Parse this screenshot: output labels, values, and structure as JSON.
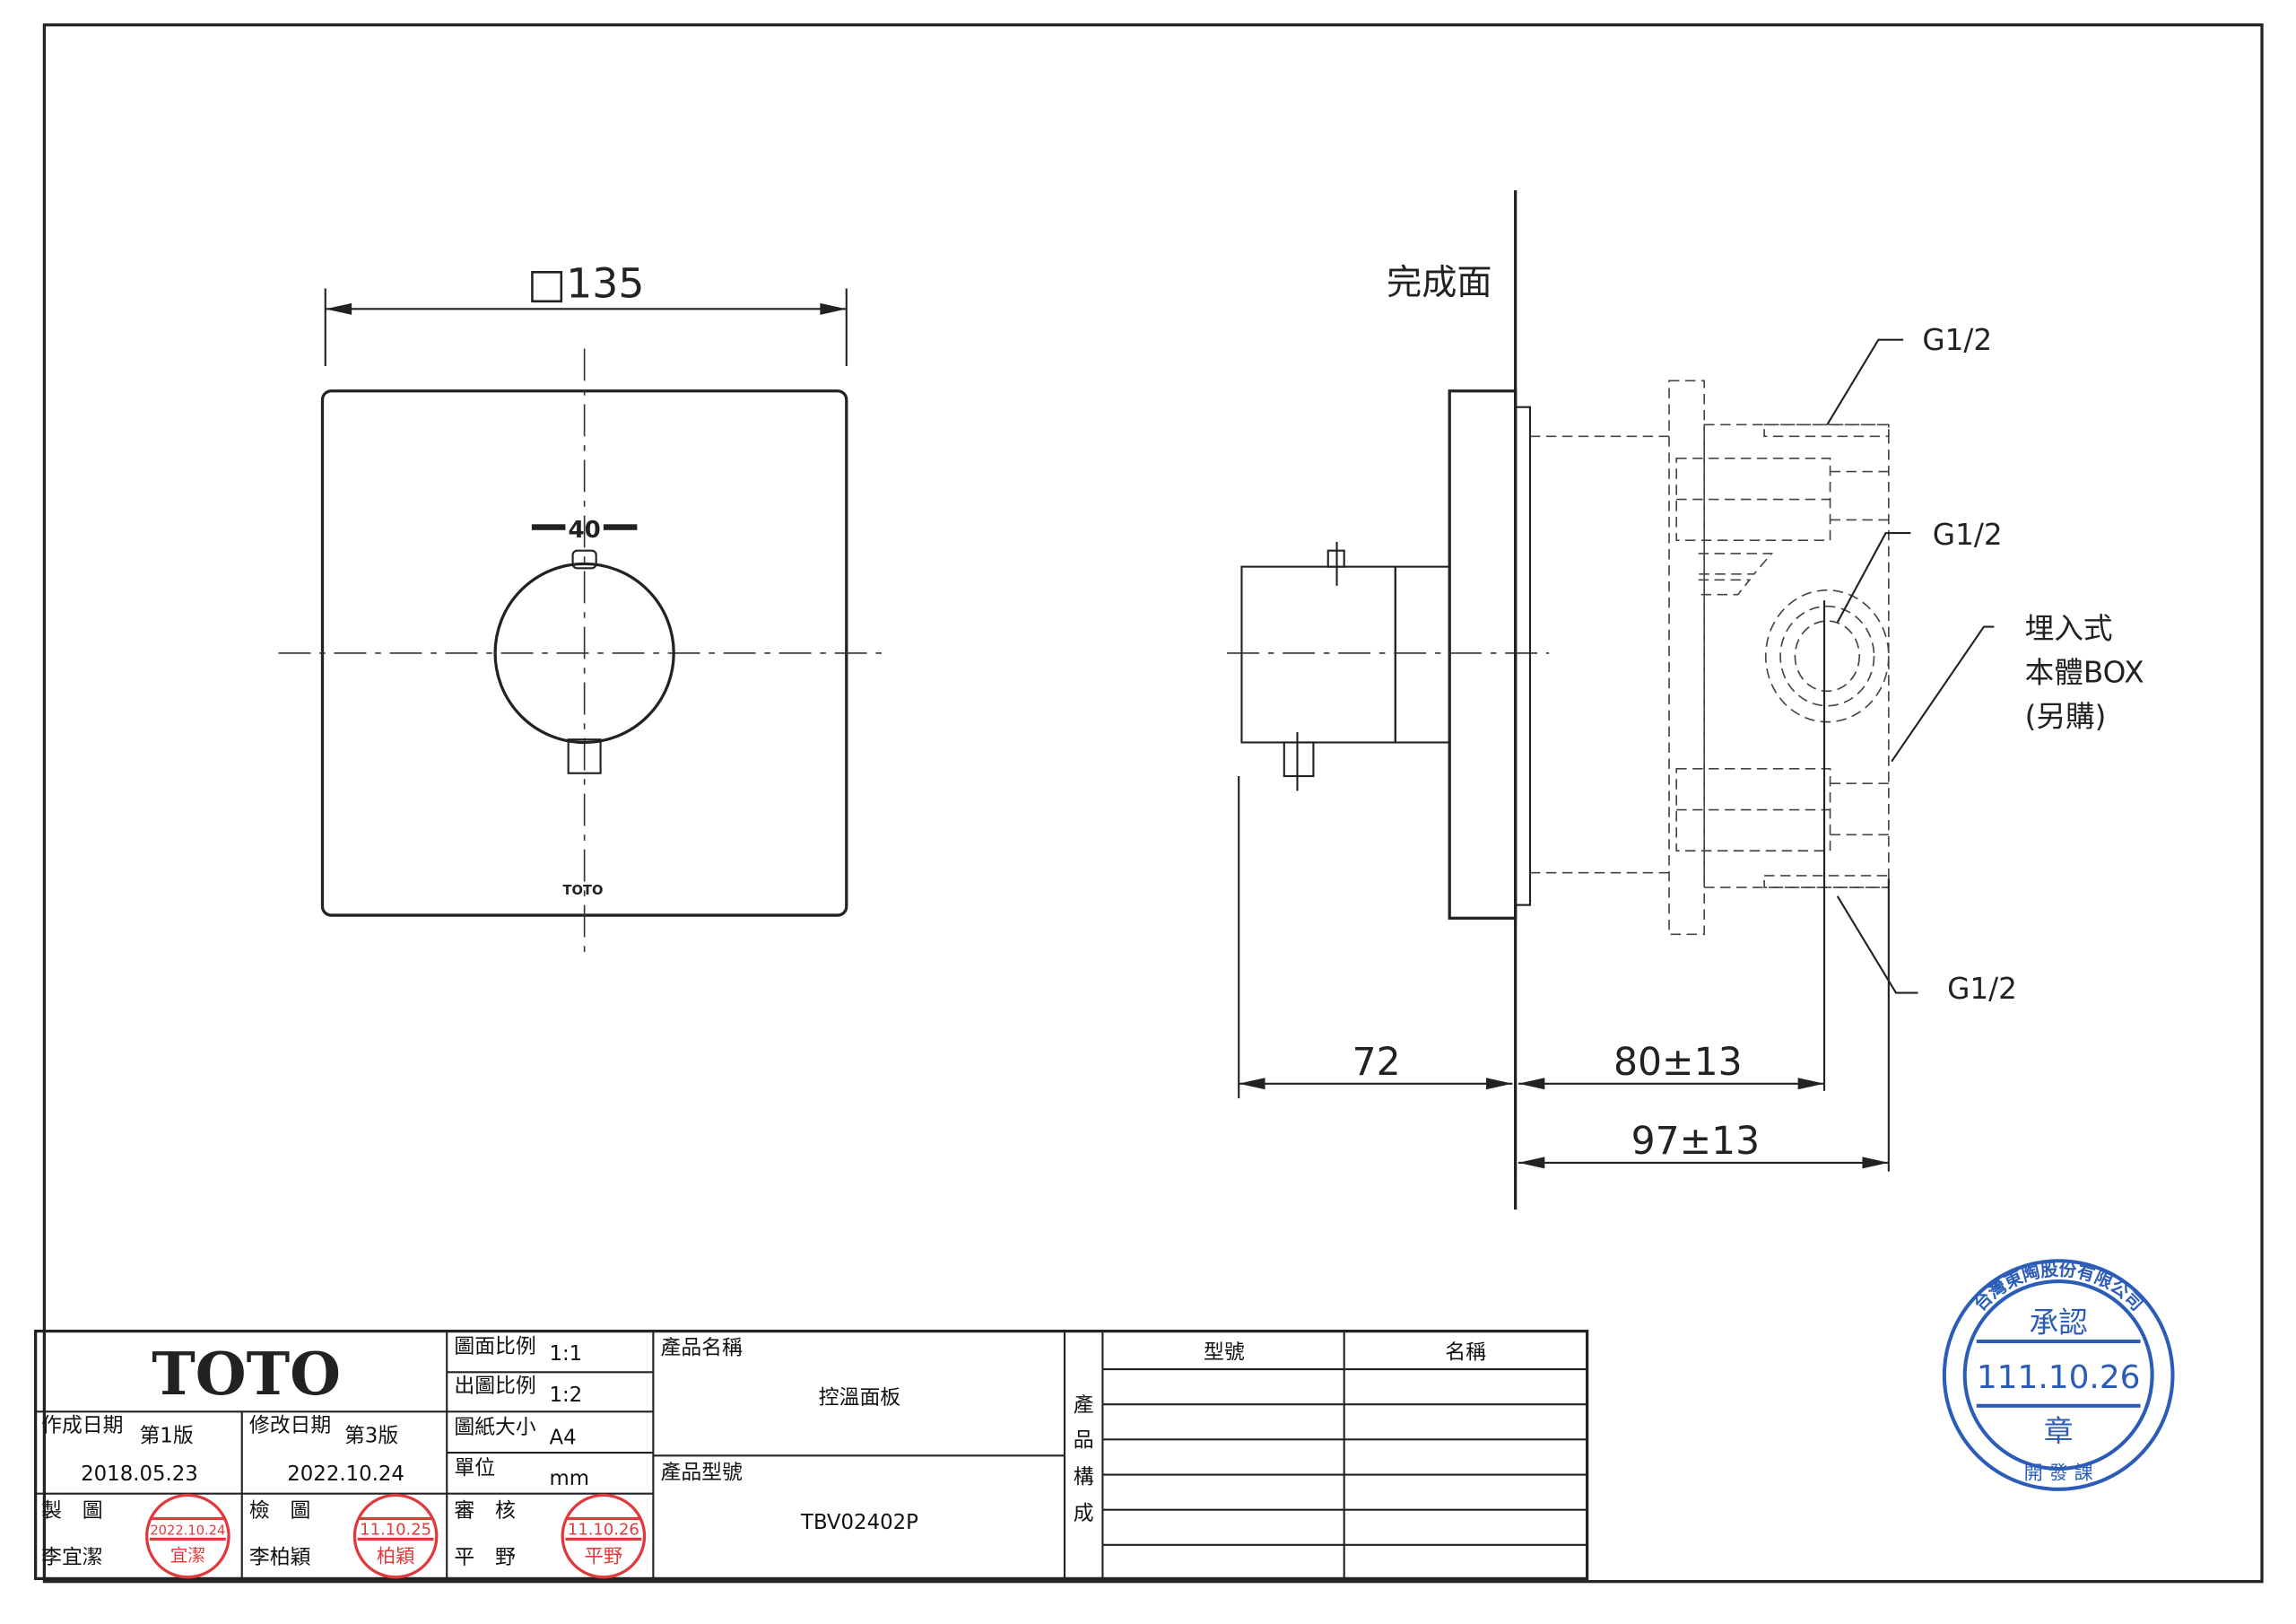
{
  "front_view": {
    "width_dim": "□135",
    "knob_dim": "40",
    "logo": "TOTO"
  },
  "side_view": {
    "finish_surface": "完成面",
    "port_top": "G1/2",
    "port_middle": "G1/2",
    "port_bottom": "G1/2",
    "box_note": [
      "埋入式",
      "本體BOX",
      "(另購)"
    ],
    "dim_depth": "72",
    "dim_80": "80±13",
    "dim_97": "97±13"
  },
  "title_block": {
    "logo": "TOTO",
    "created_label": "作成日期",
    "created_version": "第1版",
    "created_date": "2018.05.23",
    "modified_label": "修改日期",
    "modified_version": "第3版",
    "modified_date": "2022.10.24",
    "drawn_label": "製　圖",
    "drawn_by": "李宜潔",
    "checked_label": "檢　圖",
    "checked_by": "李柏穎",
    "approved_label": "審　核",
    "approved_by": "平　野",
    "scale_label": "圖面比例",
    "scale_value": "1:1",
    "print_scale_label": "出圖比例",
    "print_scale_value": "1:2",
    "paper_label": "圖紙大小",
    "paper_value": "A4",
    "unit_label": "單位",
    "unit_value": "mm",
    "product_name_label": "產品名稱",
    "product_name": "控溫面板",
    "product_model_label": "產品型號",
    "product_model": "TBV02402P",
    "composition_label": [
      "產",
      "品",
      "構",
      "成"
    ],
    "composition_headers": [
      "型號",
      "名稱"
    ]
  },
  "stamps": {
    "drawn": {
      "date": "2022.10.24",
      "name": "宜潔"
    },
    "checked": {
      "date": "11.10.25",
      "name": "柏穎"
    },
    "approved": {
      "date": "11.10.26",
      "name": "平野"
    },
    "approval": {
      "company": "台灣東陶股份有限公司",
      "title": "承認",
      "date": "111.10.26",
      "seal": "章",
      "dept": "開 發 課"
    }
  },
  "colors": {
    "line": "#222222",
    "red_stamp": "#e0393b",
    "blue_stamp": "#2b5cb8"
  }
}
